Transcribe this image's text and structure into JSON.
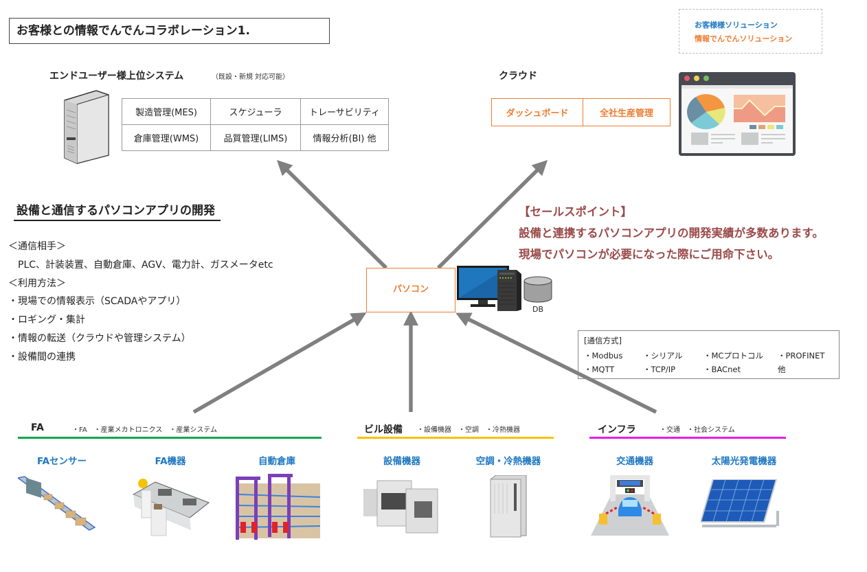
{
  "title": "お客様との情報でんでんコラボレーション1.",
  "legend": {
    "customer": "お客様様ソリューション",
    "company": "情報でんでんソリューション",
    "customer_color": "#1e78c2",
    "company_color": "#ed7d31"
  },
  "enduser": {
    "label": "エンドユーザー様上位システム",
    "note": "（既設・新規 対応可能）",
    "icon": "server-tower-icon",
    "systems": [
      [
        "製造管理(MES)",
        "スケジューラ",
        "トレーサビリティ"
      ],
      [
        "倉庫管理(WMS)",
        "品質管理(LIMS)",
        "情報分析(BI) 他"
      ]
    ]
  },
  "cloud": {
    "label": "クラウド",
    "items": [
      "ダッシュボード",
      "全社生産管理"
    ],
    "icon": "dashboard-browser-icon"
  },
  "development": {
    "title": "設備と通信するパソコンアプリの開発",
    "lines": [
      "＜通信相手＞",
      "　PLC、計装装置、自動倉庫、AGV、電力計、ガスメータetc",
      "＜利用方法＞",
      "・現場での情報表示（SCADAやアプリ）",
      "・ロギング・集計",
      "・情報の転送（クラウドや管理システム）",
      "・設備間の連携"
    ]
  },
  "sales_point": {
    "heading": "【セールスポイント】",
    "line1": "設備と連携するパソコンアプリの開発実績が多数あります。",
    "line2": "現場でパソコンが必要になった際にご用命下さい。",
    "color": "#9b4a4a"
  },
  "pc": {
    "label": "パソコン",
    "db_label": "DB",
    "icons": [
      "desktop-pc-icon",
      "database-icon"
    ]
  },
  "protocols": {
    "title": "[通信方式]",
    "items": [
      "・Modbus",
      "・シリアル",
      "・MCプロトコル",
      "・PROFINET",
      "・MQTT",
      "・TCP/IP",
      "・BACnet",
      "他"
    ]
  },
  "categories": [
    {
      "name": "FA",
      "sub": "・FA　・産業メカトロニクス　・産業システム",
      "color": "#11a84c",
      "items": [
        {
          "label": "FAセンサー",
          "icon": "conveyor-belt-icon"
        },
        {
          "label": "FA機器",
          "icon": "factory-operator-icon"
        },
        {
          "label": "自動倉庫",
          "icon": "automated-warehouse-icon"
        }
      ]
    },
    {
      "name": "ビル設備",
      "sub": "・設備機器　・空調　・冷熱機器",
      "color": "#f5c300",
      "items": [
        {
          "label": "設備機器",
          "icon": "machine-equipment-icon"
        },
        {
          "label": "空調・冷熱機器",
          "icon": "air-conditioner-unit-icon"
        }
      ]
    },
    {
      "name": "インフラ",
      "sub": "・交通　・社会システム",
      "color": "#e61ee6",
      "items": [
        {
          "label": "交通機器",
          "icon": "etc-toll-gate-icon"
        },
        {
          "label": "太陽光発電機器",
          "icon": "solar-panel-icon"
        }
      ]
    }
  ]
}
